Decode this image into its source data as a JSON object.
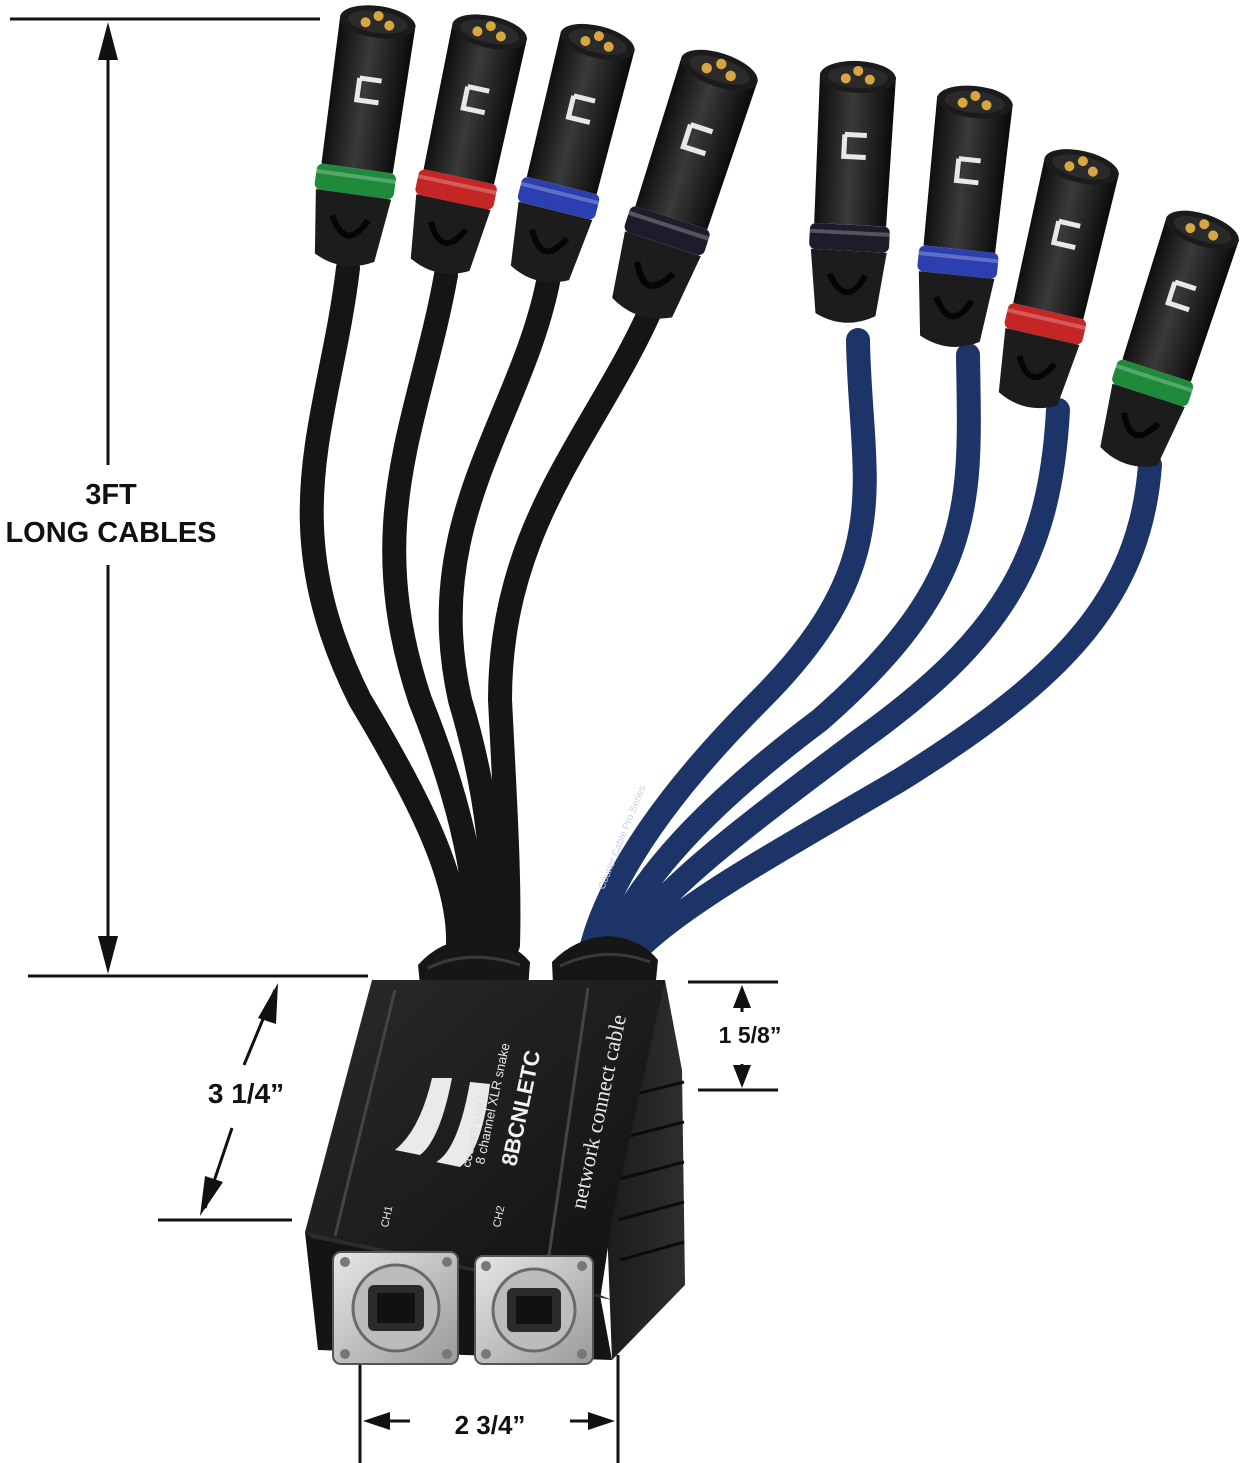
{
  "dimensions": {
    "cable_length": {
      "line1": "3FT",
      "line2": "LONG CABLES"
    },
    "box_height": "3 1/4”",
    "box_depth": "1 5/8”",
    "box_width": "2 3/4”"
  },
  "product": {
    "brand_logo": "COURIER CABLE",
    "description": "8 channel XLR snake",
    "model": "8BCNLETC",
    "side_text": "network connect cable",
    "port_labels": [
      "CH1",
      "CH2"
    ],
    "cable_print": "Courier Cable Pro Series"
  },
  "connectors": {
    "ring_colors": [
      "#1f8a3a",
      "#c42525",
      "#2b3fb0",
      "#1c1c2a",
      "#1c1c2a",
      "#2b3fb0",
      "#c42525",
      "#1f8a3a"
    ],
    "cable_colors": {
      "black": "#151515",
      "blue": "#1d3468"
    }
  }
}
